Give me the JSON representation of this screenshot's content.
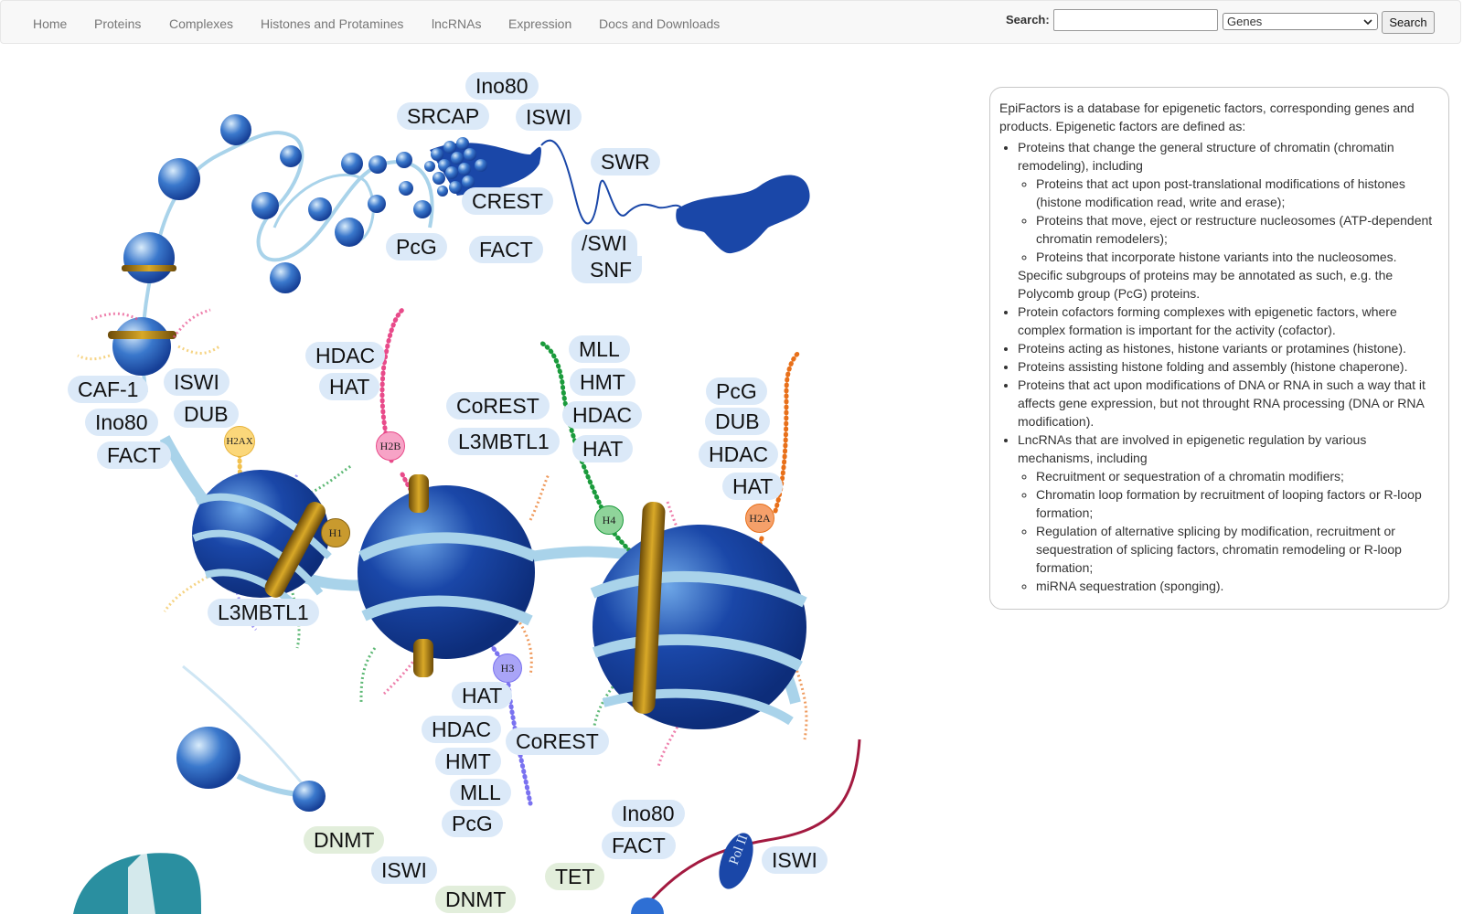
{
  "nav": {
    "items": [
      "Home",
      "Proteins",
      "Complexes",
      "Histones and Protamines",
      "lncRNAs",
      "Expression",
      "Docs and Downloads"
    ]
  },
  "search": {
    "label": "Search:",
    "value": "",
    "select_value": "Genes",
    "button_label": "Search"
  },
  "illustration": {
    "tags": [
      "Ino80",
      "SRCAP",
      "ISWI",
      "SWR",
      "CREST",
      "PcG",
      "FACT",
      "/SWI",
      "SNF",
      "HDAC",
      "HAT",
      "MLL",
      "HMT",
      "HDAC",
      "HAT",
      "CoREST",
      "L3MBTL1",
      "PcG",
      "DUB",
      "HDAC",
      "HAT",
      "CAF-1",
      "ISWI",
      "DUB",
      "Ino80",
      "FACT",
      "L3MBTL1",
      "HAT",
      "HDAC",
      "CoREST",
      "HMT",
      "MLL",
      "PcG",
      "Ino80",
      "FACT",
      "DNMT",
      "ISWI",
      "TET",
      "ISWI",
      "DNMT"
    ],
    "histone_marks": [
      "H2AX",
      "H2B",
      "H1",
      "H4",
      "H2A",
      "H3"
    ],
    "pol_label": "Pol II"
  },
  "info": {
    "intro": "EpiFactors is a database for epigenetic factors, corresponding genes and products. Epigenetic factors are defined as:",
    "remodeling": "Proteins that change the general structure of chromatin (chromatin remodeling), including",
    "remodeling_sub": [
      "Proteins that act upon post-translational modifications of histones (histone modification read, write and erase);",
      "Proteins that move, eject or restructure nucleosomes (ATP-dependent chromatin remodelers);",
      "Proteins that incorporate histone variants into the nucleosomes."
    ],
    "remodeling_note": "Specific subgroups of proteins may be annotated as such, e.g. the Polycomb group (PcG) proteins.",
    "items": [
      "Protein cofactors forming complexes with epigenetic factors, where complex formation is important for the activity (cofactor).",
      "Proteins acting as histones, histone variants or protamines (histone).",
      "Proteins assisting histone folding and assembly (histone chaperone).",
      "Proteins that act upon modifications of DNA or RNA in such a way that it affects gene expression, but not throught RNA processing (DNA or RNA modification)."
    ],
    "lncrna": "LncRNAs that are involved in epigenetic regulation by various mechanisms, including",
    "lncrna_sub": [
      "Recruitment or sequestration of a chromatin modifiers;",
      "Chromatin loop formation by recruitment of looping factors or R-loop formation;",
      "Regulation of alternative splicing by modification, recruitment or sequestration of splicing factors, chromatin remodeling or R-loop formation;",
      "miRNA sequestration (sponging)."
    ]
  },
  "colors": {
    "nucleosome": "#1a47a8",
    "dna": "#a9d3ea",
    "tag_bg": "#dbe9f8",
    "tag_green": "#e2eedb"
  }
}
